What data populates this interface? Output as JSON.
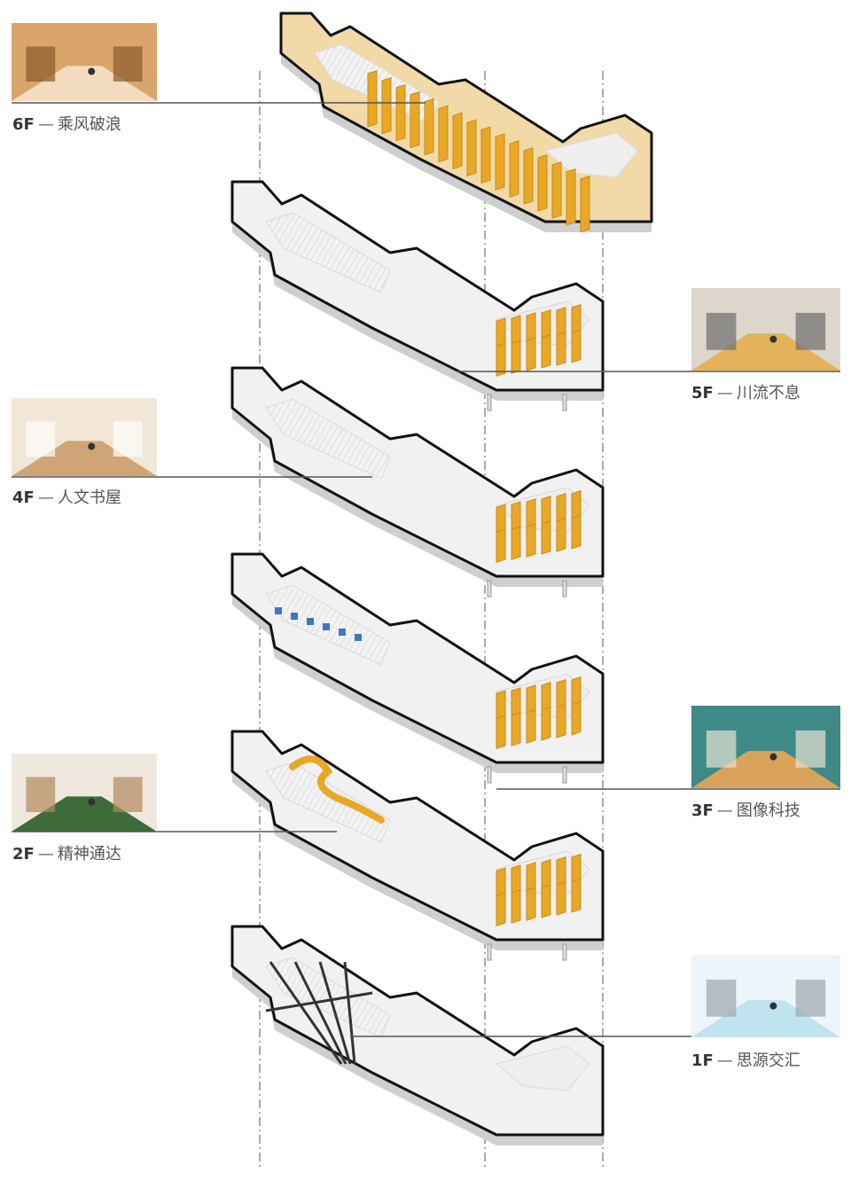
{
  "floors": [
    {
      "id": "6F",
      "code": "6F",
      "dash": "—",
      "name": "乘风破浪",
      "side": "left",
      "level": 6,
      "theme": "warm-timber-reading-hall"
    },
    {
      "id": "5F",
      "code": "5F",
      "dash": "—",
      "name": "川流不息",
      "side": "right",
      "level": 5,
      "theme": "bookshelf-stacks"
    },
    {
      "id": "4F",
      "code": "4F",
      "dash": "—",
      "name": "人文书屋",
      "side": "left",
      "level": 4,
      "theme": "timber-house-pavilion"
    },
    {
      "id": "3F",
      "code": "3F",
      "dash": "—",
      "name": "图像科技",
      "side": "right",
      "level": 3,
      "theme": "teal-media-lab"
    },
    {
      "id": "2F",
      "code": "2F",
      "dash": "—",
      "name": "精神通达",
      "side": "left",
      "level": 2,
      "theme": "open-lounge-plants"
    },
    {
      "id": "1F",
      "code": "1F",
      "dash": "—",
      "name": "思源交汇",
      "side": "right",
      "level": 1,
      "theme": "bright-atrium"
    }
  ],
  "colors": {
    "outline": "#111111",
    "slab": "#eeeeee",
    "wall": "#d9d9d9",
    "shelf": "#e8a826",
    "shelf_dark": "#c98a14",
    "leader": "#555555",
    "axis": "#555555",
    "label_text": "#555555",
    "label_code": "#333333",
    "accent_blue": "#3a78c8",
    "accent_teal": "#3f8a86"
  }
}
